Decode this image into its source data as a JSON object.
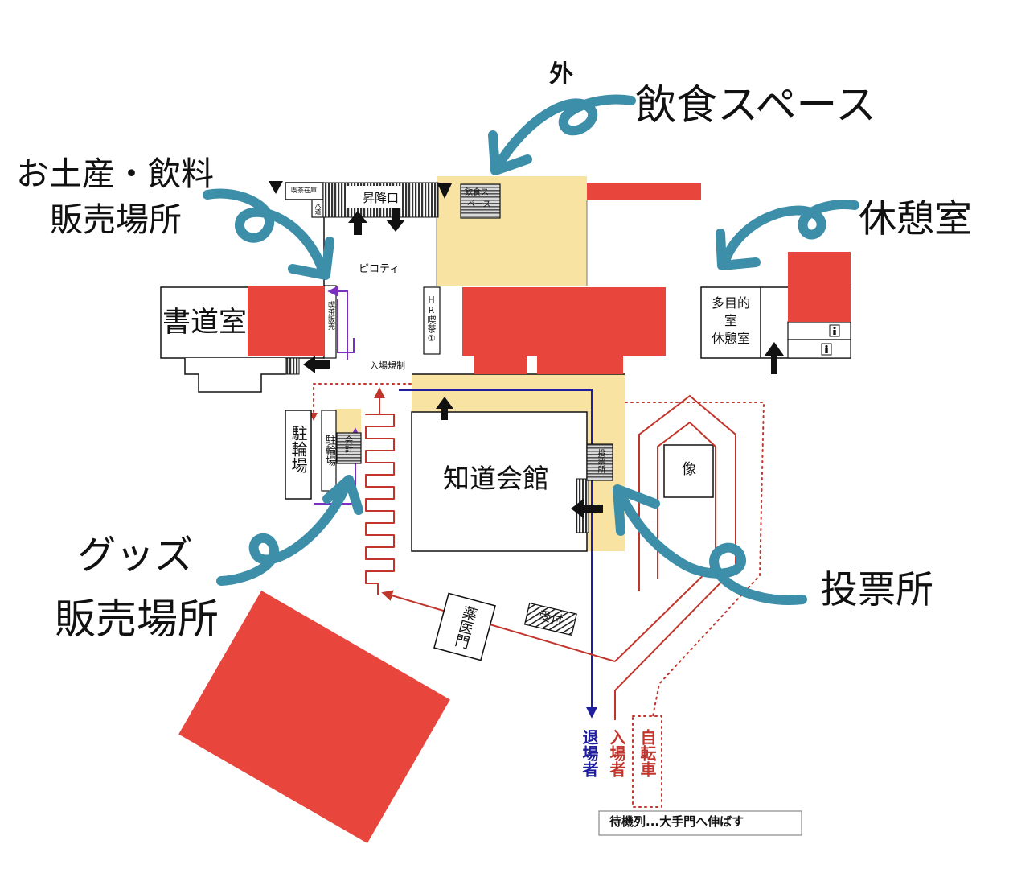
{
  "callouts": {
    "outside": "外",
    "dining_space": "飲食スペース",
    "souvenir_drinks": "お土産・飲料",
    "souvenir_sales_place": "販売場所",
    "rest_room": "休憩室",
    "goods": "グッズ",
    "goods_sales_place": "販売場所",
    "polling_place": "投票所"
  },
  "rooms": {
    "cafe_storage": "喫茶在庫",
    "water_tap": "水道",
    "entrance": "昇降口",
    "dining_box_line1": "飲食ス",
    "dining_box_line2": "ペース",
    "piloti": "ピロティ",
    "hr_cafe": "HR喫茶①",
    "calligraphy_room": "書道室",
    "cafe_sales": "喫茶販売",
    "multipurpose_line1": "多目的",
    "multipurpose_line2": "室",
    "multipurpose_line3": "休憩室",
    "entry_restriction": "入場規制",
    "bicycle_parking_main": "駐輪場",
    "bicycle_parking_side": "駐輪場",
    "cashier": "会計",
    "chido_hall": "知道会館",
    "polling_booth": "投票所",
    "statue": "像",
    "yakuimon_gate": "薬医門",
    "reception": "受付"
  },
  "legend": {
    "exiting": "退場者",
    "entering": "入場者",
    "bicycles": "自転車",
    "queue_note": "待機列...大手門へ伸ばす"
  },
  "colors": {
    "redaction": "#e8463d",
    "highlight_area": "#f8e3a3",
    "callout_arrow": "#3d8ea9",
    "exit_route": "#1e1e9e",
    "entry_route": "#c2352c",
    "bicycle_route": "#c2352c",
    "staff_route": "#7a2fc0"
  },
  "icons": {
    "restroom": "restroom-icon",
    "direction": "block-arrow-icon",
    "marker": "down-triangle-icon"
  }
}
